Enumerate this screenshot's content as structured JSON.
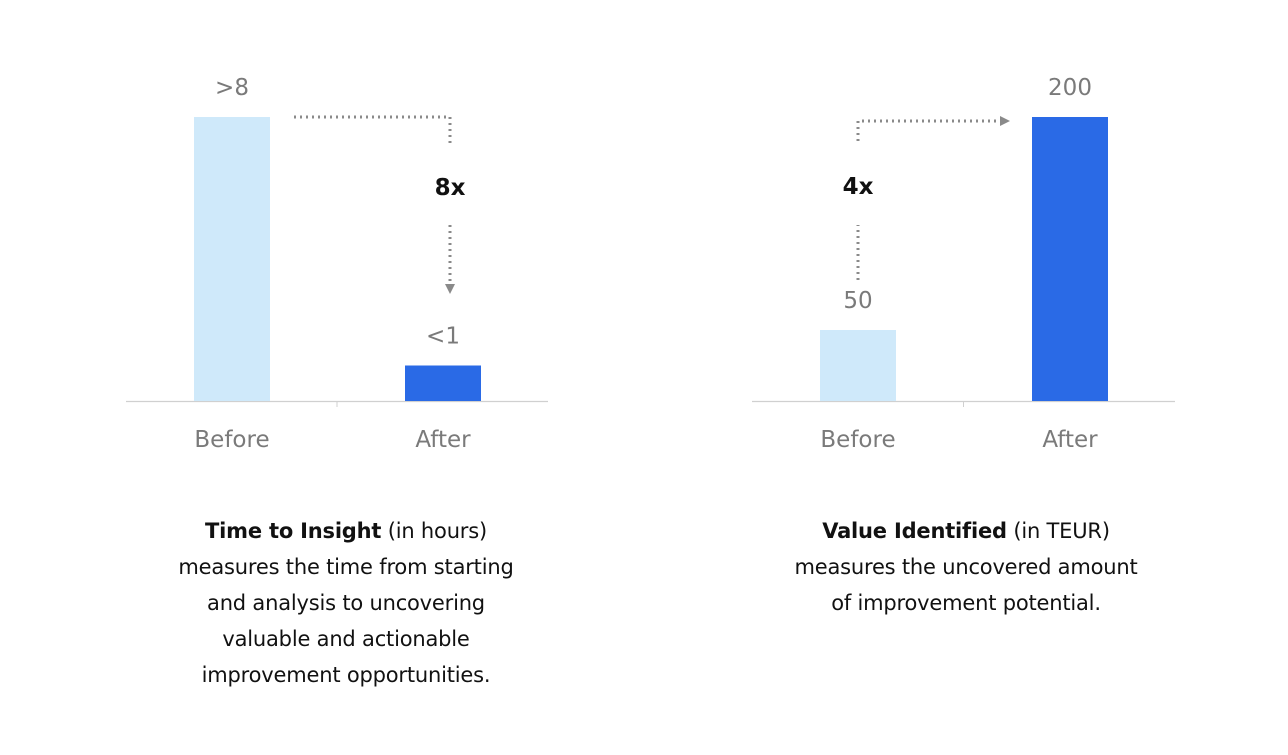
{
  "colors": {
    "before": "#cfe9fa",
    "after": "#2a6ae6",
    "axis": "#d0d0d0",
    "label": "#7a7a7a",
    "arrow": "#8a8a8a",
    "factor": "#111111"
  },
  "chart_data": [
    {
      "type": "bar",
      "categories": [
        "Before",
        "After"
      ],
      "values": [
        8,
        1
      ],
      "data_labels": [
        ">8",
        "<1"
      ],
      "factor_label": "8x",
      "arrow_direction": "down",
      "title": "Time to Insight",
      "unit": "(in hours)",
      "description_lines": [
        "measures the time from starting",
        "and analysis to uncovering",
        "valuable and actionable",
        "improvement opportunities."
      ]
    },
    {
      "type": "bar",
      "categories": [
        "Before",
        "After"
      ],
      "values": [
        50,
        200
      ],
      "data_labels": [
        "50",
        "200"
      ],
      "factor_label": "4x",
      "arrow_direction": "up",
      "title": "Value Identified",
      "unit": "(in TEUR)",
      "description_lines": [
        "measures the uncovered amount",
        "of improvement potential."
      ]
    }
  ]
}
